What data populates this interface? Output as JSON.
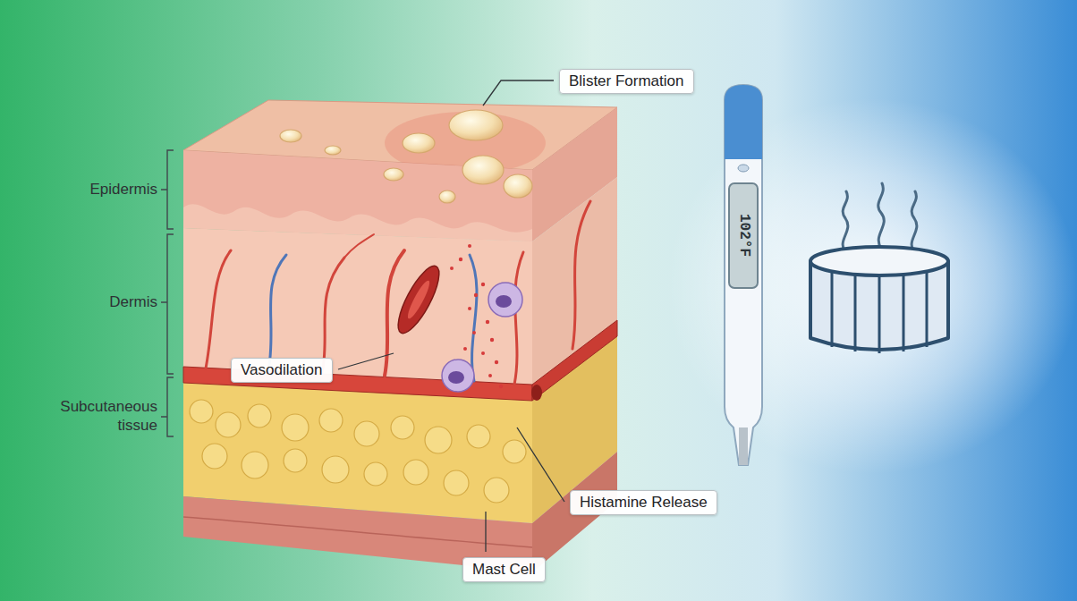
{
  "diagram": {
    "nodes": [
      {
        "text": [
          "Blister Formation"
        ]
      },
      {
        "text": [
          "Vasodilation"
        ]
      },
      {
        "text": [
          "Histamine Release"
        ]
      },
      {
        "text": [
          "Mast Cell"
        ]
      }
    ],
    "labels": [
      "Epidermis",
      "Dermis",
      "Subcutaneous tissue",
      "102°F"
    ]
  }
}
